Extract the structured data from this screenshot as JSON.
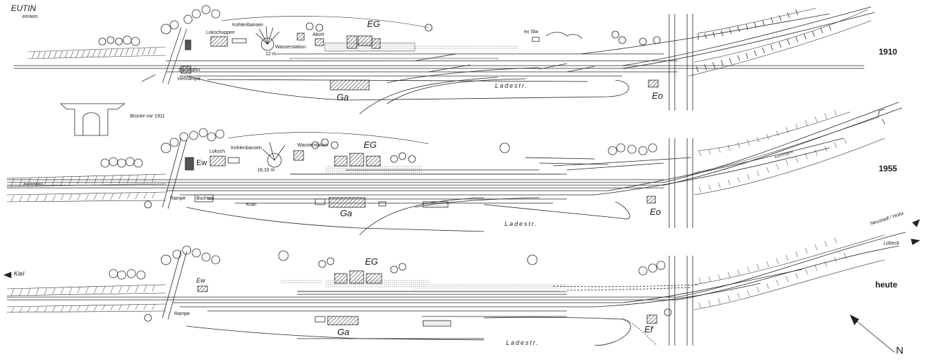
{
  "title": "EUTIN",
  "title_note": "em/wm",
  "years": [
    "1910",
    "1955",
    "heute"
  ],
  "north": "N",
  "labels_1910": {
    "lokschuppen": "Lokschuppen",
    "kohlenbansen": "Kohlenbansen",
    "wasserstation": "Wasserstation",
    "abort": "Abort",
    "turntable": "12 m",
    "eg": "EG",
    "ex_slw": "ex Slw",
    "sackbahn": "Sackbahn",
    "viehrampe": "Viehrampe",
    "ga": "Ga",
    "ladestr": "Ladestr.",
    "eo": "Eo",
    "bridge_caption": "Brücke vor 1911"
  },
  "labels_1955": {
    "ew": "Ew",
    "loksch": "Loksch.",
    "kohlenbansen": "Kohlenbansen",
    "wasserstation": "Wasserstation",
    "turntable": "16,10 m",
    "eg": "EG",
    "rampe": "Rampe",
    "buchten": "Buchten",
    "kran": "Kran",
    "ga": "Ga",
    "ladestr": "Ladestr.",
    "eo": "Eo",
    "ausziehgleis_left": "Ausziehgleis",
    "ausziehgleis_right": "Ausziehgleis"
  },
  "labels_heute": {
    "kiel": "Kiel",
    "ew": "Ew",
    "rampe": "Rampe",
    "eg": "EG",
    "ga": "Ga",
    "ladestr": "Ladestr.",
    "ef": "Ef",
    "neustadt": "Neustadt / Holst.",
    "luebeck": "Lübeck"
  }
}
